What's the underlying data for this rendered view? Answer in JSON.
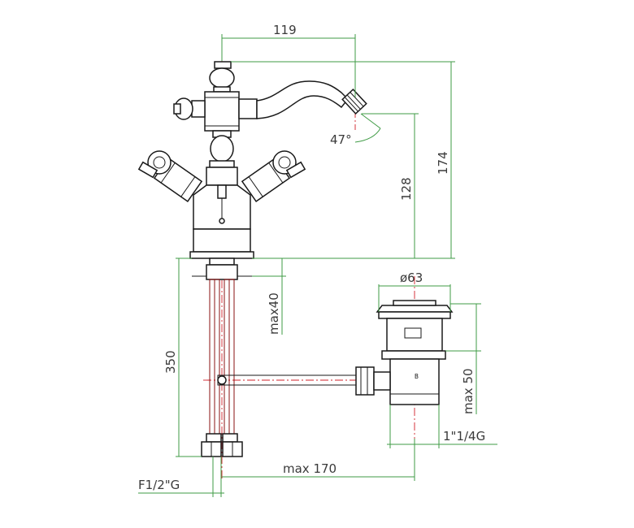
{
  "dimensions": {
    "width_top": "119",
    "height_total": "174",
    "height_spout": "128",
    "angle": "47°",
    "max_deck": "max40",
    "hose_length": "350",
    "waste_diameter": "ø63",
    "waste_height": "max 50",
    "waste_thread": "1\"1/4G",
    "tap_thread": "F1/2\"G",
    "rod_length": "max  170"
  },
  "colors": {
    "dimension_lines": "#3f9b45",
    "center_lines": "#d0202a",
    "outline": "#1a1a1a"
  }
}
